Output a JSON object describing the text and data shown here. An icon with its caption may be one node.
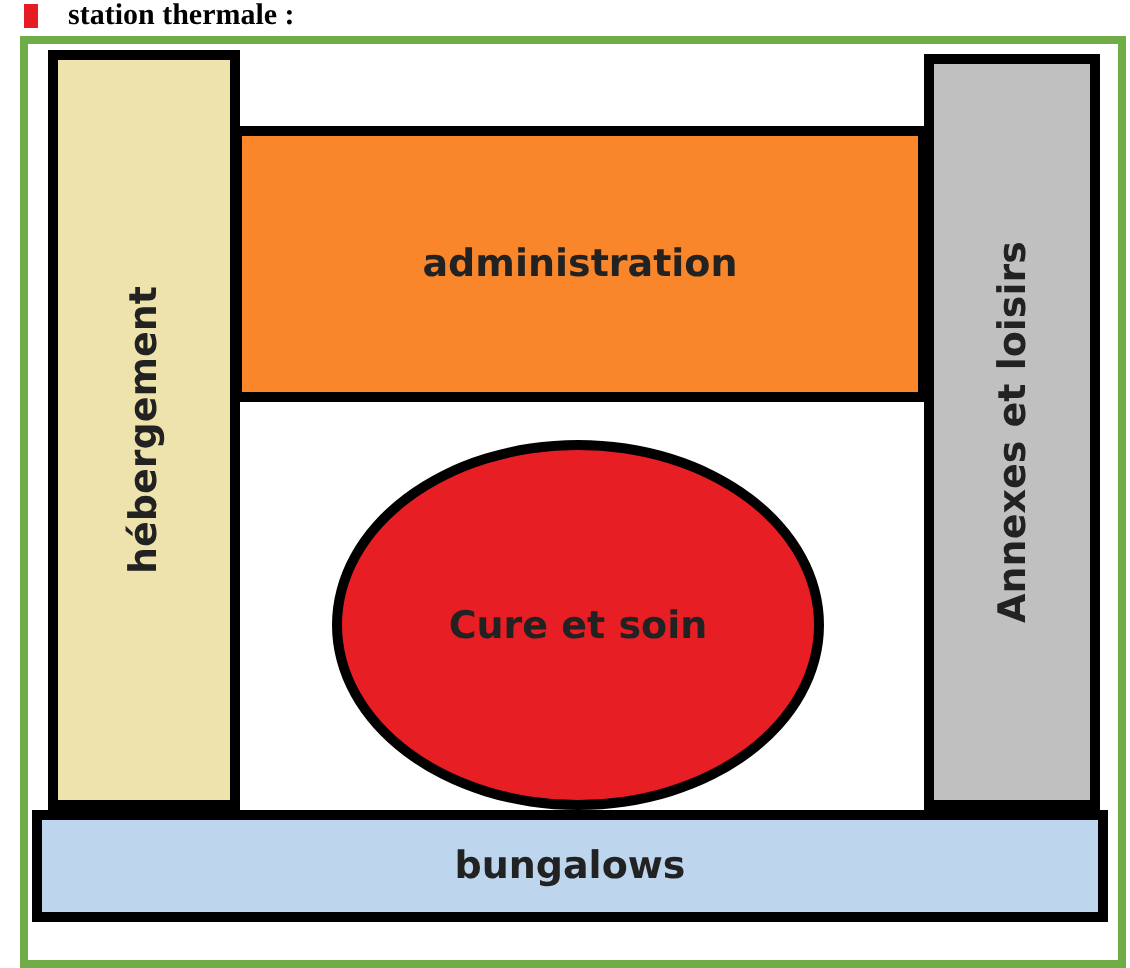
{
  "diagram": {
    "title": "station thermale :",
    "nodes": [
      {
        "text": [
          "hébergement"
        ]
      },
      {
        "text": [
          "administration"
        ]
      },
      {
        "text": [
          "Annexes et loisirs"
        ]
      },
      {
        "text": [
          "Cure et soin"
        ]
      },
      {
        "text": [
          "bungalows"
        ]
      }
    ]
  }
}
